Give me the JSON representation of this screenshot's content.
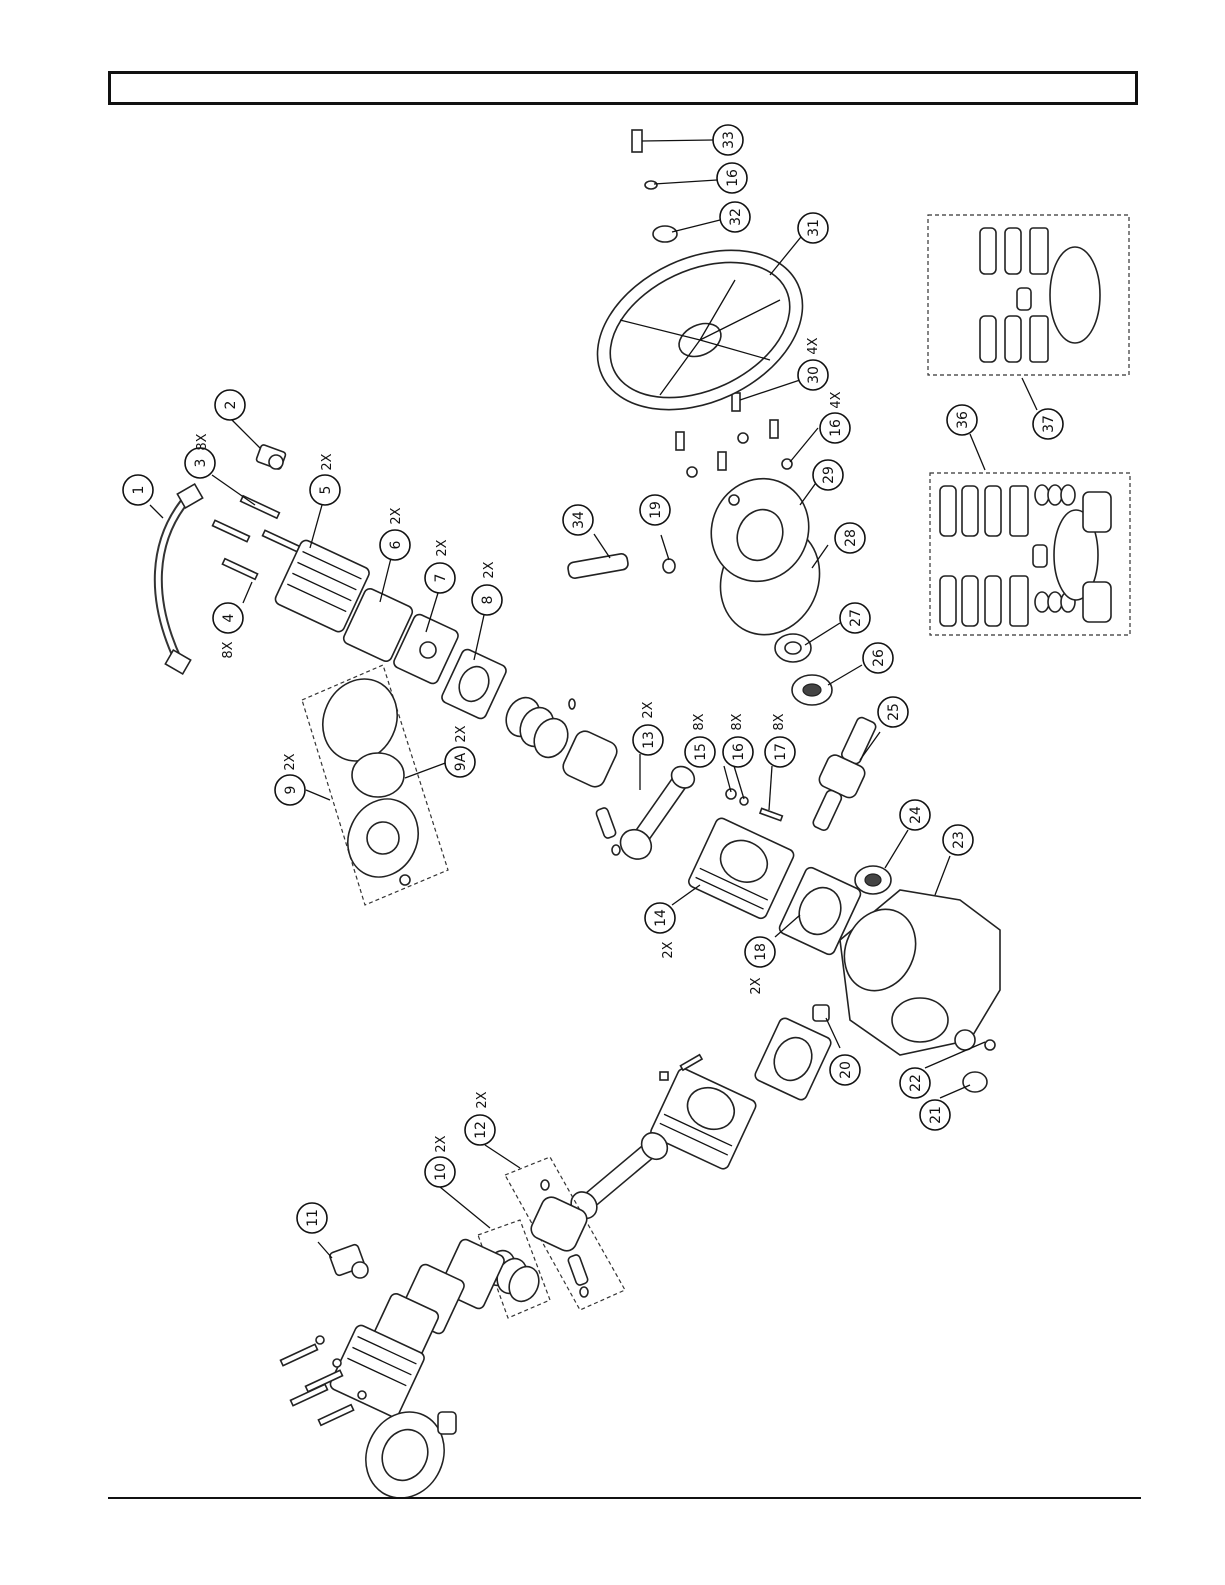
{
  "header": {
    "title": ""
  },
  "callouts": [
    {
      "label": "1",
      "qty": ""
    },
    {
      "label": "2",
      "qty": ""
    },
    {
      "label": "3",
      "qty": "8X"
    },
    {
      "label": "4",
      "qty": "8X"
    },
    {
      "label": "5",
      "qty": "2X"
    },
    {
      "label": "6",
      "qty": "2X"
    },
    {
      "label": "7",
      "qty": "2X"
    },
    {
      "label": "8",
      "qty": "2X"
    },
    {
      "label": "9",
      "qty": "2X"
    },
    {
      "label": "9A",
      "qty": "2X"
    },
    {
      "label": "10",
      "qty": "2X"
    },
    {
      "label": "11",
      "qty": ""
    },
    {
      "label": "12",
      "qty": "2X"
    },
    {
      "label": "13",
      "qty": "2X"
    },
    {
      "label": "14",
      "qty": "2X"
    },
    {
      "label": "15",
      "qty": "8X"
    },
    {
      "label": "16",
      "qty": "8X"
    },
    {
      "label": "17",
      "qty": "8X"
    },
    {
      "label": "18",
      "qty": "2X"
    },
    {
      "label": "19",
      "qty": ""
    },
    {
      "label": "20",
      "qty": ""
    },
    {
      "label": "21",
      "qty": ""
    },
    {
      "label": "22",
      "qty": ""
    },
    {
      "label": "23",
      "qty": ""
    },
    {
      "label": "24",
      "qty": ""
    },
    {
      "label": "25",
      "qty": ""
    },
    {
      "label": "26",
      "qty": ""
    },
    {
      "label": "27",
      "qty": ""
    },
    {
      "label": "28",
      "qty": ""
    },
    {
      "label": "29",
      "qty": ""
    },
    {
      "label": "16",
      "qty": "4X"
    },
    {
      "label": "30",
      "qty": "4X"
    },
    {
      "label": "31",
      "qty": ""
    },
    {
      "label": "32",
      "qty": ""
    },
    {
      "label": "16",
      "qty": ""
    },
    {
      "label": "33",
      "qty": ""
    },
    {
      "label": "34",
      "qty": ""
    },
    {
      "label": "36",
      "qty": ""
    },
    {
      "label": "37",
      "qty": ""
    }
  ]
}
